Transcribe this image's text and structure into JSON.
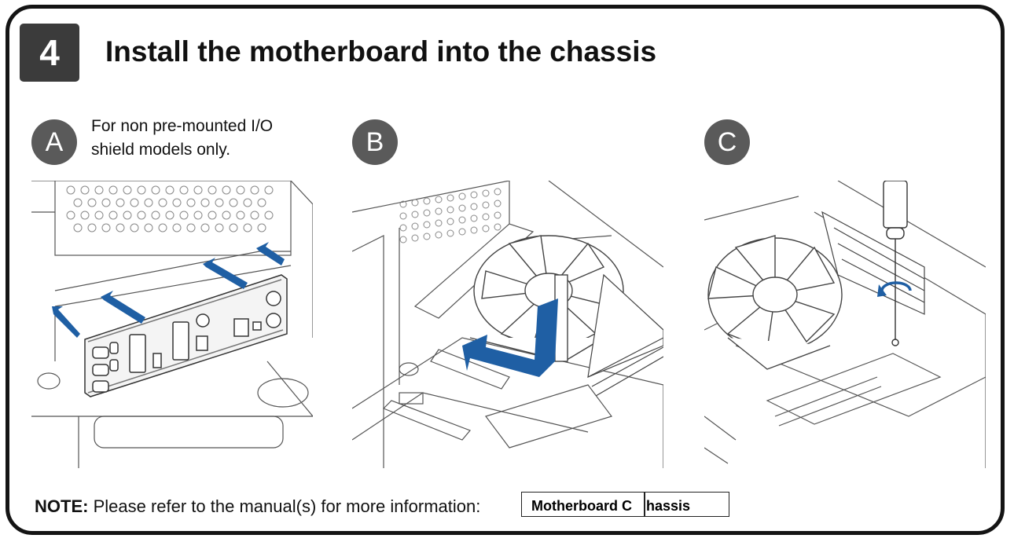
{
  "step": {
    "number": "4",
    "title": "Install the motherboard into the chassis"
  },
  "panels": [
    {
      "letter": "A",
      "caption_line1": "For non pre-mounted I/O",
      "caption_line2": "shield models only."
    },
    {
      "letter": "B"
    },
    {
      "letter": "C"
    }
  ],
  "footer": {
    "note_label": "NOTE:",
    "note_text": "Please refer to the manual(s) for more information:",
    "link_motherboard": "Motherboard C",
    "link_chassis": "hassis"
  },
  "colors": {
    "arrow": "#1f5fa4",
    "badge": "#3b3b3b",
    "circle": "#5a5a5a",
    "line": "#555555"
  },
  "icons": [
    "io-shield-illustration",
    "cpu-cooler-illustration",
    "screwdriver-illustration"
  ]
}
